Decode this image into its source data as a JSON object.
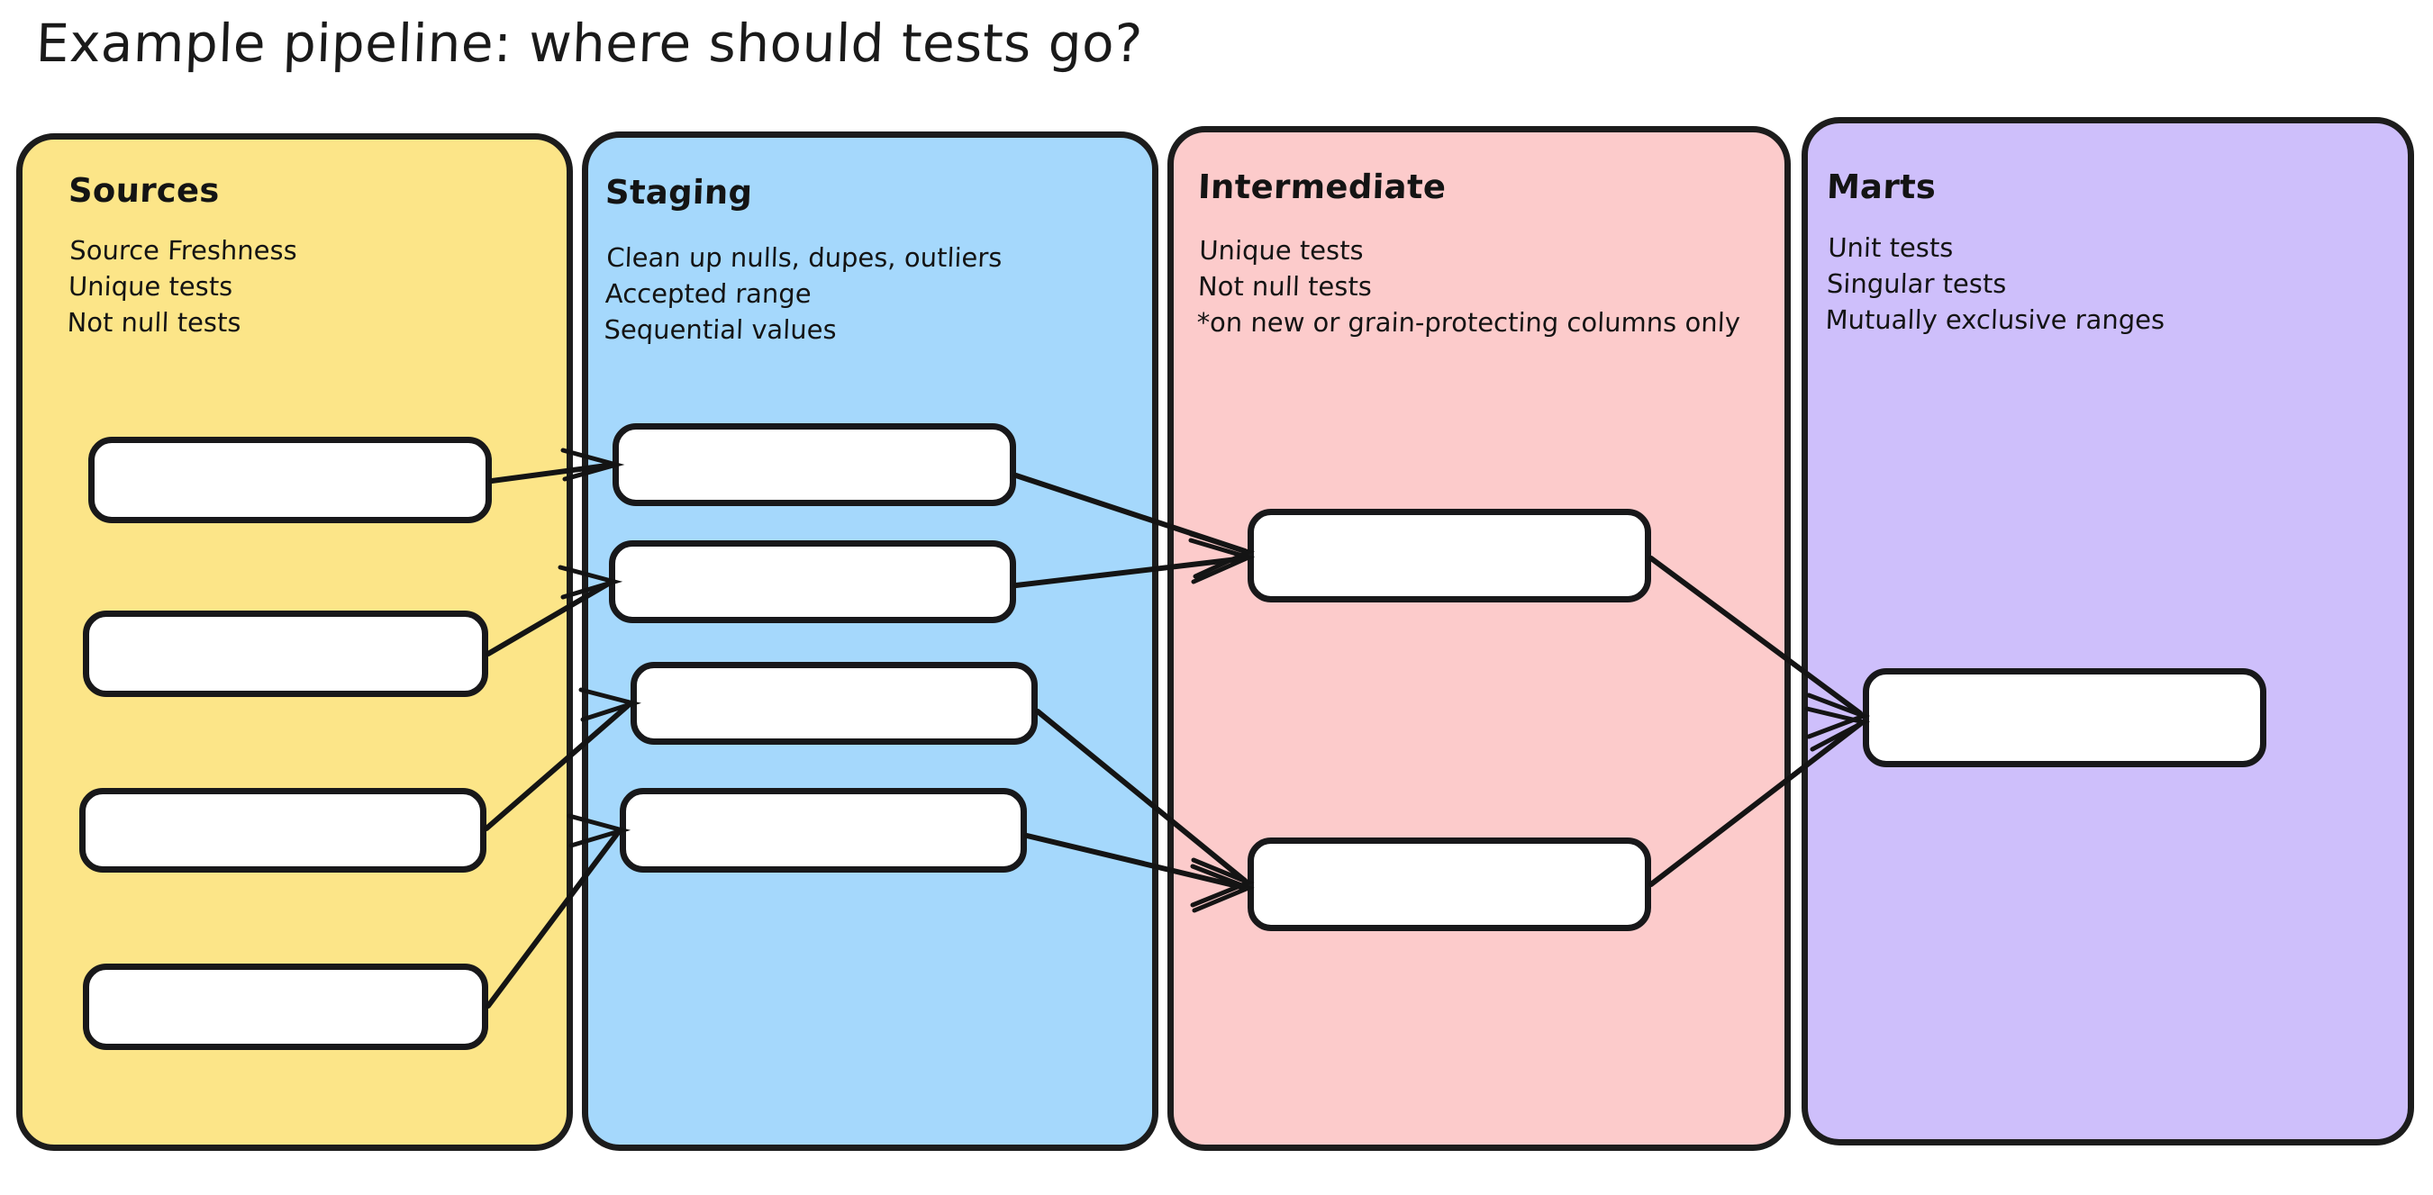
{
  "title": "Example pipeline: where should tests go?",
  "layers": [
    {
      "id": "sources",
      "heading": "Sources",
      "color": "#FCE588",
      "notes": "Source Freshness\nUnique tests\nNot null tests",
      "note_lines": [
        "Source Freshness",
        "Unique tests",
        "Not null tests"
      ],
      "node_count": 4
    },
    {
      "id": "staging",
      "heading": "Staging",
      "color": "#A5D8FC",
      "notes": "Clean up nulls, dupes, outliers\nAccepted range\nSequential values",
      "note_lines": [
        "Clean up nulls, dupes, outliers",
        "Accepted range",
        "Sequential values"
      ],
      "node_count": 4
    },
    {
      "id": "intermediate",
      "heading": "Intermediate",
      "color": "#FCCBCB",
      "notes": "Unique tests\nNot null tests\n*on new or grain-protecting columns only",
      "note_lines": [
        "Unique tests",
        "Not null tests",
        "*on new or grain-protecting columns only"
      ],
      "node_count": 2
    },
    {
      "id": "marts",
      "heading": "Marts",
      "color": "#CEBFFB",
      "notes": "Unit tests\nSingular tests\nMutually exclusive ranges",
      "note_lines": [
        "Unit tests",
        "Singular tests",
        "Mutually exclusive ranges"
      ],
      "node_count": 1
    }
  ],
  "colors": {
    "sources": "#FCE588",
    "staging": "#A5D8FC",
    "intermediate": "#FCCBCB",
    "marts": "#CEBFFB",
    "stroke": "#18181a",
    "node_fill": "#ffffff",
    "background": "#ffffff"
  }
}
